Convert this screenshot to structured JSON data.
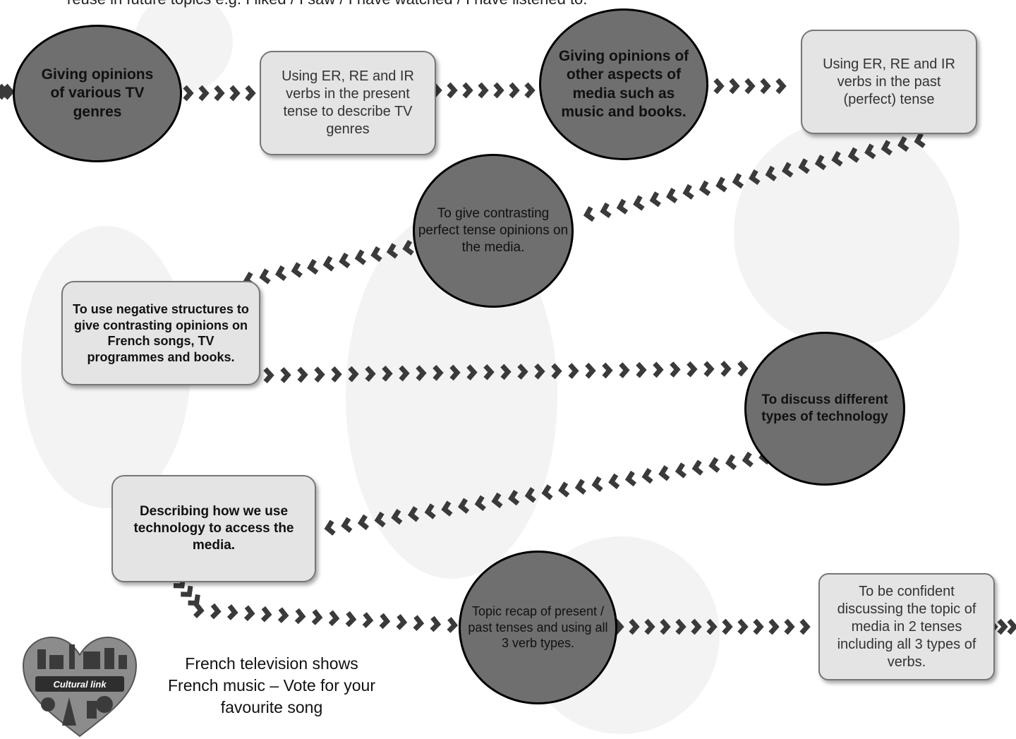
{
  "intro_text": "reuse in future topics e.g. I liked / I saw / I have watched / I have listened to.",
  "nodes": {
    "n1": "Giving opinions of various TV genres",
    "n2": "Using ER, RE and IR verbs in the present tense to describe TV genres",
    "n3": "Giving opinions of other aspects of media such as music and books.",
    "n4": "Using ER, RE and IR verbs in the past (perfect) tense",
    "n5": "To give contrasting perfect tense opinions on the media.",
    "n6": "To use negative structures to give contrasting opinions on French songs, TV programmes and books.",
    "n7": "To discuss different types of technology",
    "n8": "Describing how we use technology to access the media.",
    "n9": "Topic recap of present / past tenses and using all 3 verb types.",
    "n10": "To be confident discussing the topic of media in 2 tenses including all 3 types of verbs."
  },
  "cultural": {
    "logo_label": "Cultural link",
    "line1": "French television shows",
    "line2": "French music – Vote for your favourite song"
  },
  "colors": {
    "circle_fill": "#6f6f6f",
    "box_fill": "#e4e4e4",
    "chevron": "#3a3a3a"
  }
}
